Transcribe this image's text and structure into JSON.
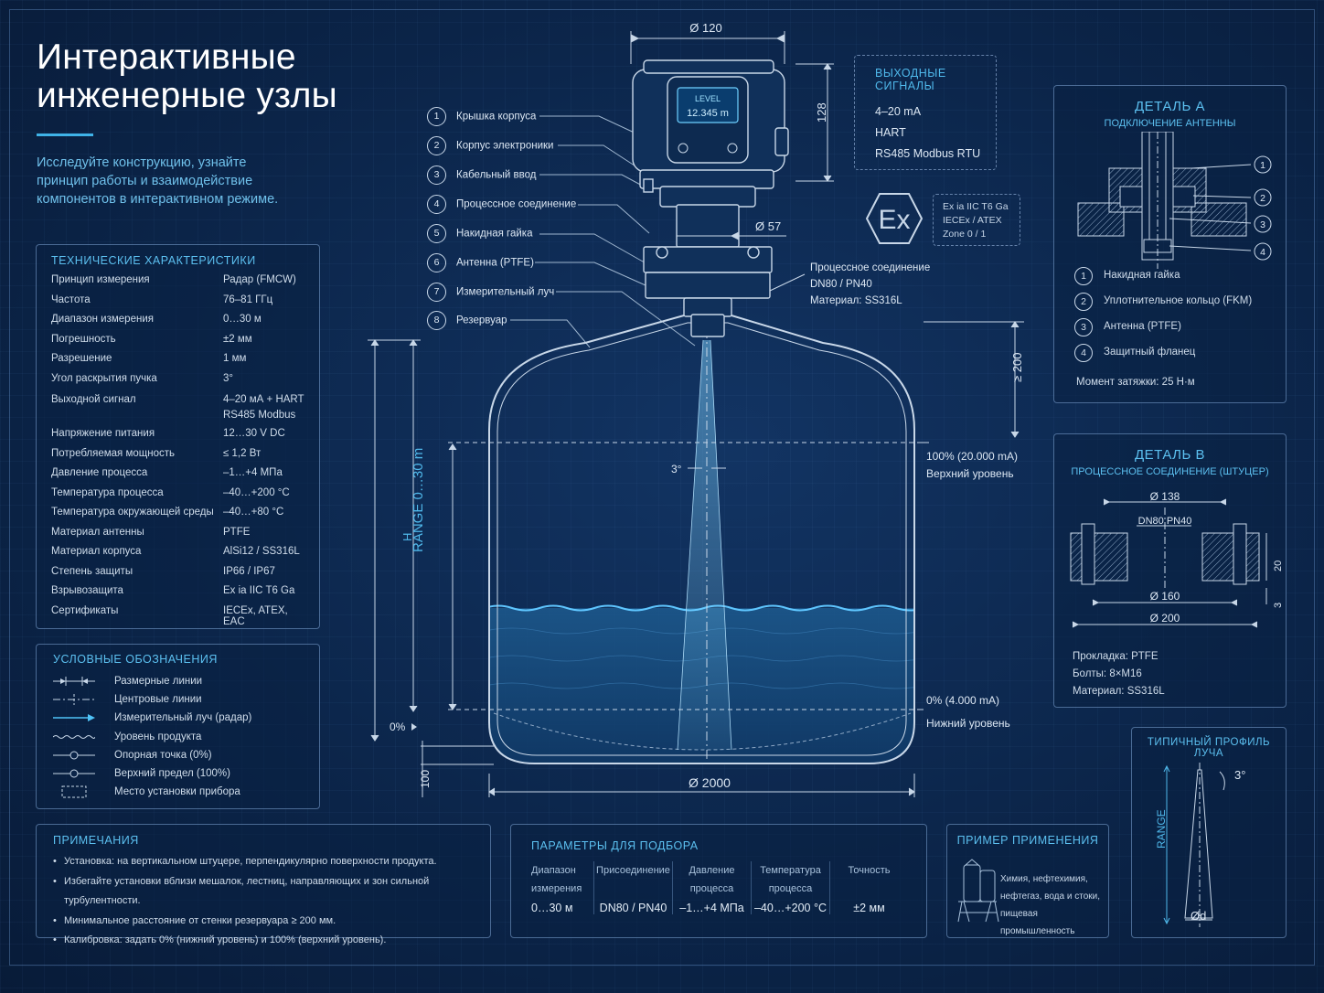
{
  "title_line1": "Интерактивные",
  "title_line2": "инженерные узлы",
  "intro": "Исследуйте конструкцию, узнайте принцип работы и взаимодействие компонентов в интерактивном режиме.",
  "specs": {
    "title": "ТЕХНИЧЕСКИЕ ХАРАКТЕРИСТИКИ",
    "rows": [
      {
        "k": "Принцип измерения",
        "v": "Радар (FMCW)"
      },
      {
        "k": "Частота",
        "v": "76–81 ГГц"
      },
      {
        "k": "Диапазон измерения",
        "v": "0…30 м"
      },
      {
        "k": "Погрешность",
        "v": "±2 мм"
      },
      {
        "k": "Разрешение",
        "v": "1 мм"
      },
      {
        "k": "Угол раскрытия пучка",
        "v": "3°"
      },
      {
        "k": "Выходной сигнал",
        "v": "4–20 мА + HART",
        "v2": "RS485 Modbus"
      },
      {
        "k": "Напряжение питания",
        "v": "12…30 V DC"
      },
      {
        "k": "Потребляемая мощность",
        "v": "≤ 1,2 Вт"
      },
      {
        "k": "Давление процесса",
        "v": "–1…+4 МПа"
      },
      {
        "k": "Температура процесса",
        "v": "–40…+200 °C"
      },
      {
        "k": "Температура окружающей среды",
        "v": "–40…+80 °C"
      },
      {
        "k": "Материал антенны",
        "v": "PTFE"
      },
      {
        "k": "Материал корпуса",
        "v": "AlSi12 / SS316L"
      },
      {
        "k": "Степень защиты",
        "v": "IP66 / IP67"
      },
      {
        "k": "Взрывозащита",
        "v": "Ex ia IIC T6 Ga"
      },
      {
        "k": "Сертификаты",
        "v": "IECEx, ATEX, EAC"
      }
    ]
  },
  "legend": {
    "title": "УСЛОВНЫЕ ОБОЗНАЧЕНИЯ",
    "items": [
      "Размерные линии",
      "Центровые линии",
      "Измерительный луч (радар)",
      "Уровень продукта",
      "Опорная точка (0%)",
      "Верхний предел (100%)",
      "Место установки прибора"
    ]
  },
  "notes": {
    "title": "ПРИМЕЧАНИЯ",
    "items": [
      "Установка: на вертикальном штуцере, перпендикулярно поверхности продукта.",
      "Избегайте установки вблизи мешалок, лестниц, направляющих и зон сильной турбулентности.",
      "Минимальное расстояние от стенки резервуара ≥ 200 мм.",
      "Калибровка: задать 0% (нижний уровень) и 100% (верхний уровень)."
    ]
  },
  "params": {
    "title": "ПАРАМЕТРЫ ДЛЯ ПОДБОРА",
    "cols": [
      {
        "h": "Диапазон измерения",
        "v": "0…30 м"
      },
      {
        "h": "Присоединение",
        "v": "DN80 / PN40"
      },
      {
        "h": "Давление процесса",
        "v": "–1…+4 МПа"
      },
      {
        "h": "Температура процесса",
        "v": "–40…+200 °C"
      },
      {
        "h": "Точность",
        "v": "±2 мм"
      }
    ]
  },
  "example": {
    "title": "ПРИМЕР ПРИМЕНЕНИЯ",
    "text": "Химия, нефтехимия, нефтегаз, вода и стоки, пищевая промышленность"
  },
  "signals": {
    "title": "ВЫХОДНЫЕ СИГНАЛЫ",
    "items": [
      "4–20 mA",
      "HART",
      "RS485 Modbus RTU"
    ]
  },
  "ex": {
    "symbol": "Ex",
    "lines": [
      "Ex ia IIC T6 Ga",
      "IECEx / ATEX",
      "Zone 0 / 1"
    ]
  },
  "detailA": {
    "title": "ДЕТАЛЬ A",
    "subtitle": "ПОДКЛЮЧЕНИЕ АНТЕННЫ",
    "items": [
      "Накидная гайка",
      "Уплотнительное кольцо (FKM)",
      "Антенна (PTFE)",
      "Защитный фланец"
    ],
    "torque": "Момент затяжки: 25 Н·м"
  },
  "detailB": {
    "title": "ДЕТАЛЬ B",
    "subtitle": "ПРОЦЕССНОЕ СОЕДИНЕНИЕ (ШТУЦЕР)",
    "d_outer": "Ø 138",
    "dn": "DN80 PN40",
    "d_bolt": "Ø 160",
    "d_flange": "Ø 200",
    "h1": "20",
    "h2": "3",
    "notes": [
      "Прокладка: PTFE",
      "Болты: 8×M16",
      "Материал: SS316L"
    ]
  },
  "profile": {
    "title": "ТИПИЧНЫЙ ПРОФИЛЬ ЛУЧА",
    "range": "RANGE",
    "angle": "3°",
    "d": "Ød"
  },
  "callouts": [
    {
      "n": "1",
      "t": "Крышка корпуса"
    },
    {
      "n": "2",
      "t": "Корпус электроники"
    },
    {
      "n": "3",
      "t": "Кабельный ввод"
    },
    {
      "n": "4",
      "t": "Процессное соединение"
    },
    {
      "n": "5",
      "t": "Накидная гайка"
    },
    {
      "n": "6",
      "t": "Антенна (PTFE)"
    },
    {
      "n": "7",
      "t": "Измерительный луч"
    },
    {
      "n": "8",
      "t": "Резервуар"
    }
  ],
  "drawing": {
    "d_head": "Ø 120",
    "h_head": "128",
    "d_neck": "Ø 57",
    "display_label": "LEVEL",
    "display_value": "12.345 m",
    "process_conn": [
      "Процессное соединение",
      "DN80 / PN40",
      "Материал: SS316L"
    ],
    "min_gap": "≥ 200",
    "beam_angle": "3°",
    "range_label": "RANGE 0…30 m",
    "h_label": "H",
    "zero_label": "0%",
    "bottom_gap": "100",
    "d_tank": "Ø 2000",
    "upper_pct": "100% (20.000 mA)",
    "upper_name": "Верхний уровень",
    "lower_pct": "0% (4.000 mA)",
    "lower_name": "Нижний уровень"
  }
}
